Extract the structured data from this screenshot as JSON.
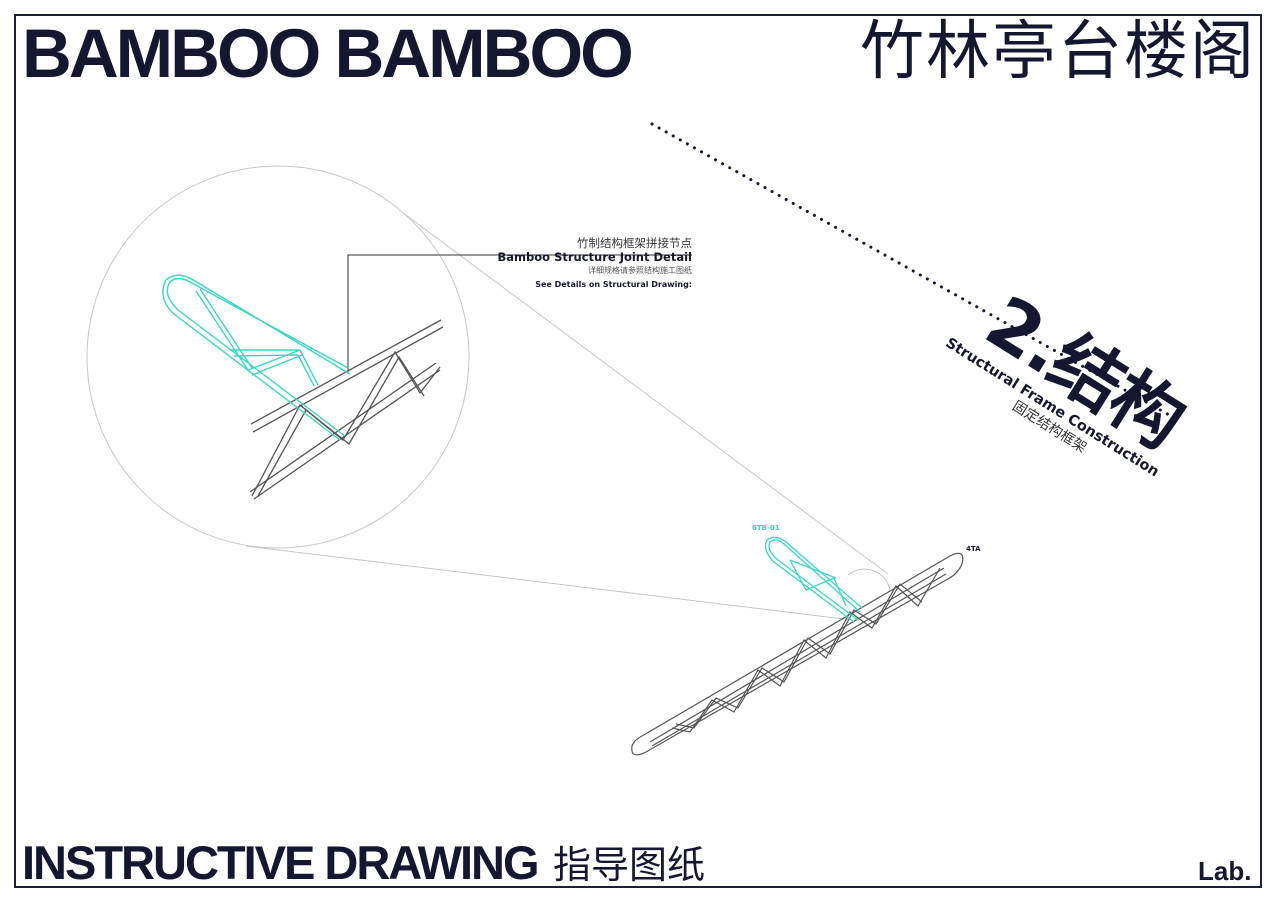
{
  "header": {
    "title_en": "BAMBOO BAMBOO",
    "title_cn": "竹林亭台楼阁"
  },
  "callout": {
    "title_cn": "竹制结构框架拼接节点",
    "title_en": "Bamboo Structure Joint Detail",
    "note_cn": "详细规格请参照结构施工图纸",
    "note_en": "See Details on Structural Drawing:"
  },
  "section": {
    "number": "2.结构",
    "title_en": "Structural Frame Construction",
    "title_cn": "固定结构框架"
  },
  "labels": {
    "cyan_member": "6TB-01",
    "main_truss": "4TA"
  },
  "footer": {
    "title_en": "INSTRUCTIVE DRAWING",
    "title_cn": "指导图纸",
    "logo": "Lab."
  },
  "colors": {
    "ink": "#14172f",
    "accent": "#3cd6c4",
    "line": "#444444",
    "guide": "#b8b8b8"
  }
}
